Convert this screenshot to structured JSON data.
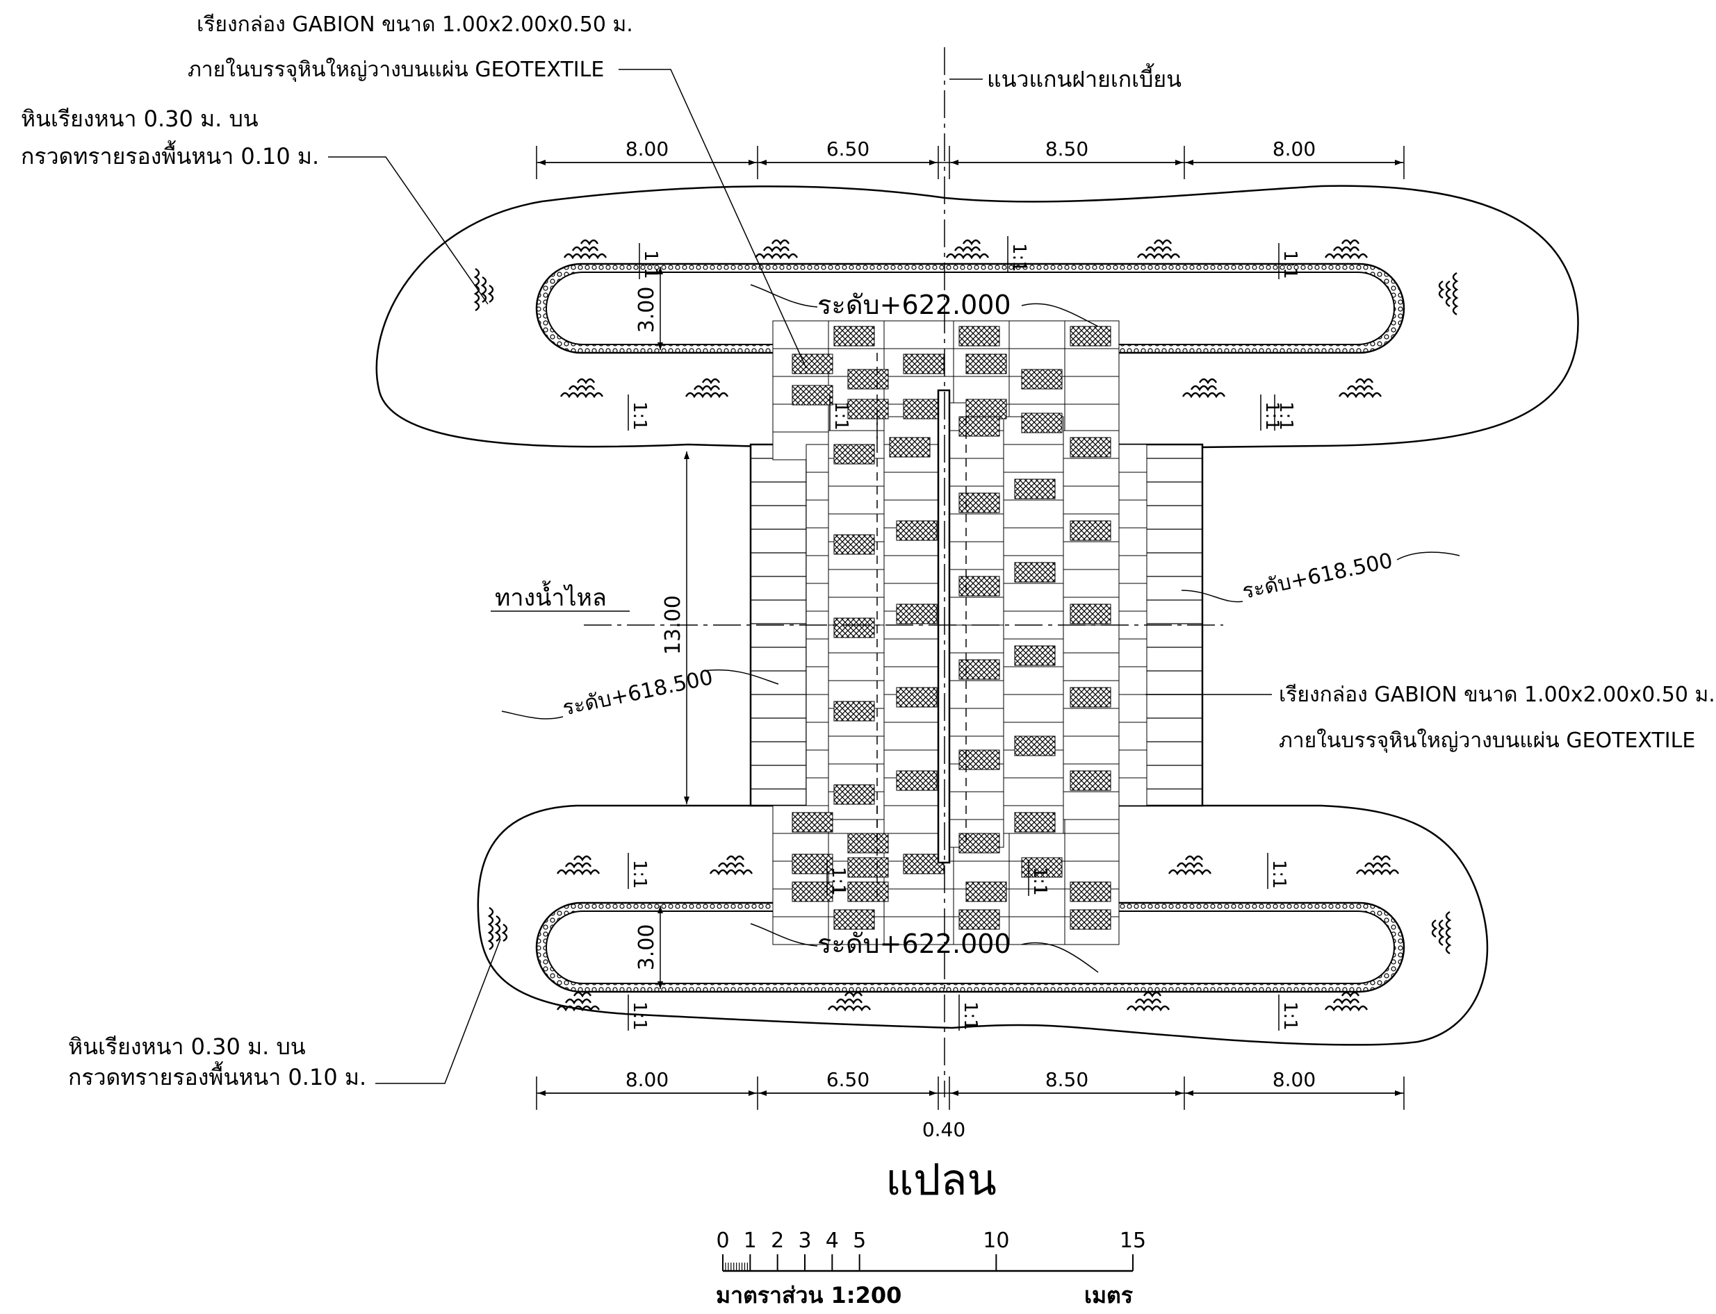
{
  "notes": {
    "gabion_top_line1": "เรียงกล่อง GABION ขนาด 1.00x2.00x0.50 ม.",
    "gabion_top_line2": "ภายในบรรจุหินใหญ่วางบนแผ่น GEOTEXTILE",
    "riprap_top_line1": "หินเรียงหนา 0.30 ม. บน",
    "riprap_top_line2": "กรวดทรายรองพื้นหนา 0.10 ม.",
    "dam_axis": "แนวแกนฝายเกเบี้ยน",
    "flow": "ทางน้ำไหล",
    "gabion_right_line1": "เรียงกล่อง GABION ขนาด 1.00x2.00x0.50 ม.",
    "gabion_right_line2": "ภายในบรรจุหินใหญ่วางบนแผ่น GEOTEXTILE",
    "riprap_bottom_line1": "หินเรียงหนา 0.30 ม. บน",
    "riprap_bottom_line2": "กรวดทรายรองพื้นหนา 0.10 ม."
  },
  "levels": {
    "top": "ระดับ+622.000",
    "bottom": "ระดับ+622.000",
    "right": "ระดับ+618.500",
    "left": "ระดับ+618.500"
  },
  "dimensions": {
    "top": [
      "8.00",
      "6.50",
      "8.50",
      "8.00"
    ],
    "bottom": [
      "8.00",
      "6.50",
      "8.50",
      "8.00"
    ],
    "width_top": "3.00",
    "width_bottom": "3.00",
    "channel": "13.00",
    "axis_gap": "0.40"
  },
  "slope": "1:1",
  "title": "แปลน",
  "scale_bar": {
    "ticks": [
      "0",
      "1",
      "2",
      "3",
      "4",
      "5",
      "10",
      "15"
    ],
    "caption": "มาตราส่วน 1:200",
    "unit": "เมตร"
  }
}
